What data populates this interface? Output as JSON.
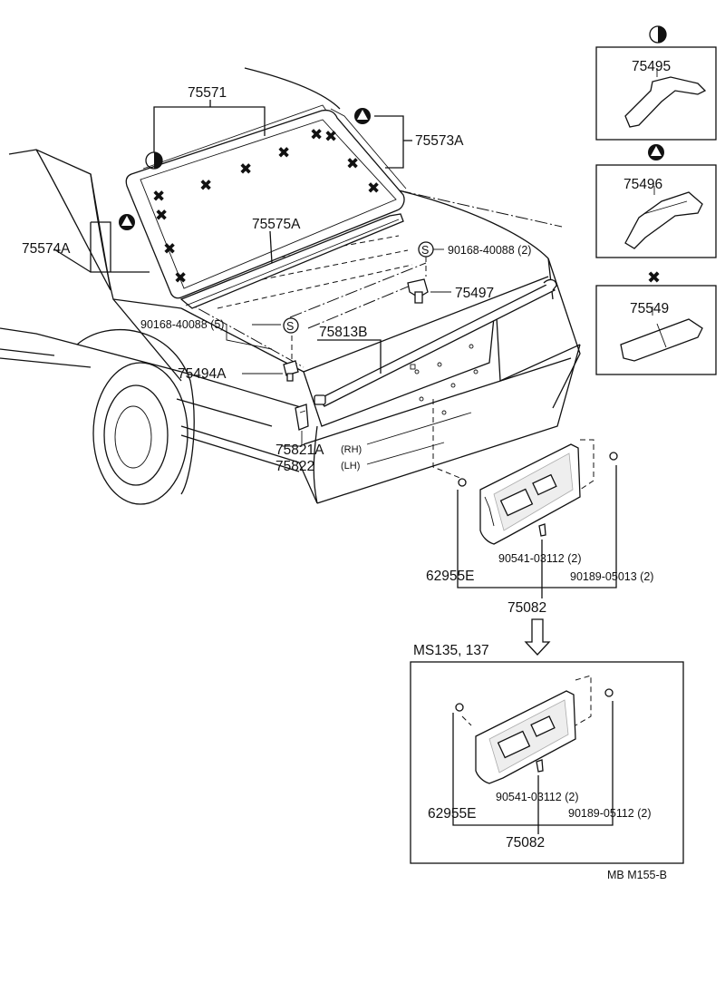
{
  "callouts": {
    "p75571": "75571",
    "p75573A": "75573A",
    "p75574A": "75574A",
    "p75575A": "75575A",
    "s90168_2": "90168-40088 (2)",
    "p75497": "75497",
    "s90168_5": "90168-40088 (5)",
    "p75813B": "75813B",
    "p75494A": "75494A",
    "p75821A": "75821A",
    "rh": "(RH)",
    "p75822": "75822",
    "lh": "(LH)",
    "s90541_a": "90541-03112 (2)",
    "p62955E_a": "62955E",
    "s90189_a": "90189-05013 (2)",
    "p75082_a": "75082",
    "ms_label": "MS135, 137",
    "s90541_b": "90541-03112 (2)",
    "p62955E_b": "62955E",
    "s90189_b": "90189-05112 (2)",
    "p75082_b": "75082"
  },
  "insets": {
    "i75495": "75495",
    "i75496": "75496",
    "i75549": "75549"
  },
  "markers": {
    "s_symbol": "S"
  },
  "footer": {
    "code": "MB  M155-B"
  }
}
